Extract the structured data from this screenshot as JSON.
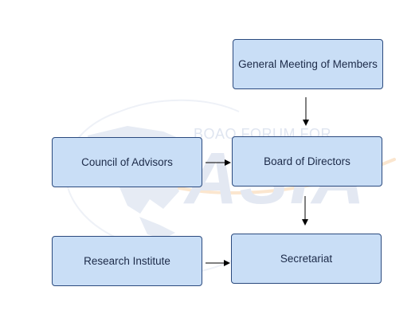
{
  "diagram": {
    "nodes": {
      "general_meeting": "General Meeting of Members",
      "council_of_advisors": "Council of Advisors",
      "board_of_directors": "Board of Directors",
      "research_institute": "Research Institute",
      "secretariat": "Secretariat"
    },
    "edges": [
      {
        "from": "general_meeting",
        "to": "board_of_directors"
      },
      {
        "from": "council_of_advisors",
        "to": "board_of_directors"
      },
      {
        "from": "board_of_directors",
        "to": "secretariat"
      },
      {
        "from": "research_institute",
        "to": "secretariat"
      }
    ]
  },
  "watermark": {
    "line1": "BOAO FORUM FOR",
    "line2": "ASIA"
  },
  "colors": {
    "box_fill": "#c9def6",
    "box_border": "#2b4a7e",
    "arrow": "#000000",
    "watermark": "#e3e8f2"
  }
}
